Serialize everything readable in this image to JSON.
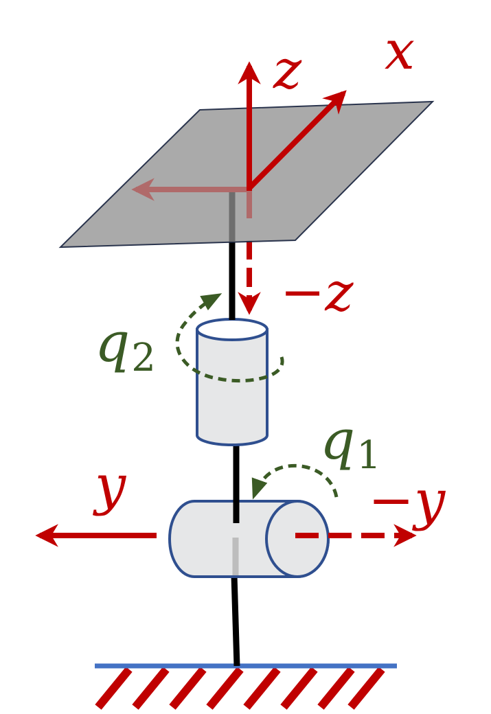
{
  "labels": {
    "x": "x",
    "z": "z",
    "neg_z": "−z",
    "q2_base": "q",
    "q2_sub": "2",
    "q1_base": "q",
    "q1_sub": "1",
    "y": "y",
    "neg_y": "−y"
  },
  "colors": {
    "axis_red": "#c00000",
    "faded_red": "#b06a6a",
    "joint_green": "#3b5b25",
    "plate_fill": "#a6a6a6",
    "plate_edge": "#1f2a44",
    "joint_fill": "#e6e7e8",
    "joint_edge": "#2f4f8f",
    "ground_line": "#4472c4",
    "link": "#000000"
  }
}
